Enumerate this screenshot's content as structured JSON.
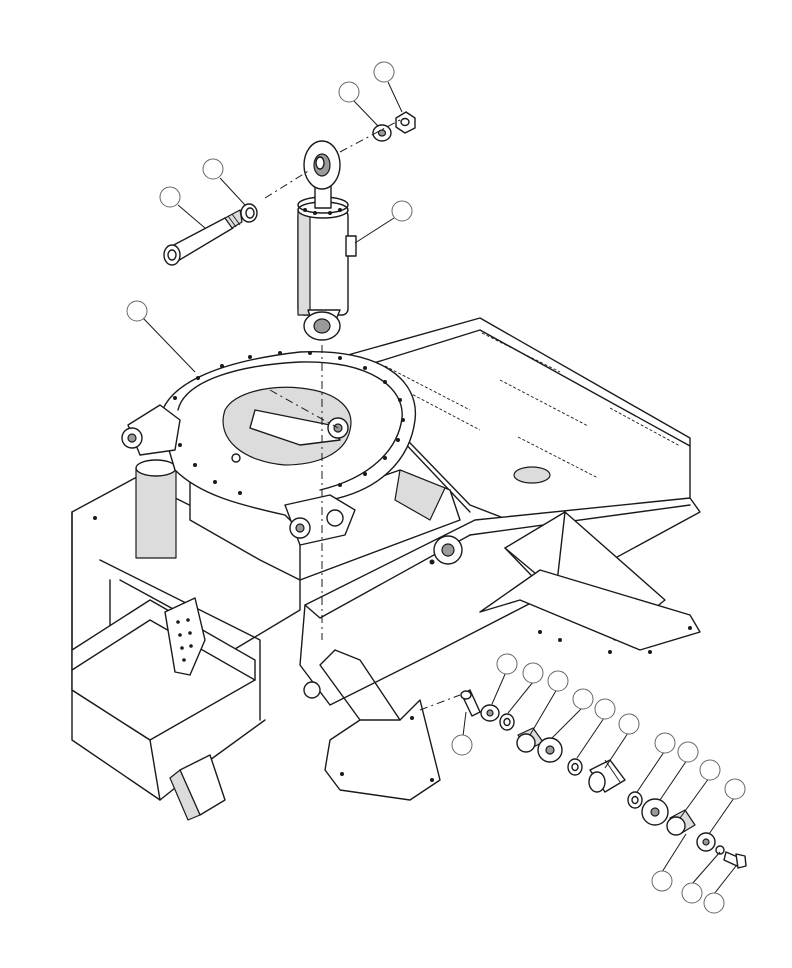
{
  "diagram": {
    "style": "exploded isometric line drawing",
    "colors": {
      "line": "#1a1a1a",
      "shade": "#dcdcdc",
      "callout": "#666666",
      "background": "#ffffff"
    },
    "callouts": [
      {
        "id": "c-pin",
        "label": ""
      },
      {
        "id": "c-snap-ring",
        "label": ""
      },
      {
        "id": "c-washer",
        "label": ""
      },
      {
        "id": "c-nut",
        "label": ""
      },
      {
        "id": "c-cylinder",
        "label": ""
      },
      {
        "id": "c-fifth-wheel",
        "label": ""
      },
      {
        "id": "c-stack-1",
        "label": ""
      },
      {
        "id": "c-stack-2",
        "label": ""
      },
      {
        "id": "c-stack-3",
        "label": ""
      },
      {
        "id": "c-stack-4",
        "label": ""
      },
      {
        "id": "c-stack-5",
        "label": ""
      },
      {
        "id": "c-stack-6",
        "label": ""
      },
      {
        "id": "c-stack-7",
        "label": ""
      },
      {
        "id": "c-stack-8",
        "label": ""
      },
      {
        "id": "c-stack-9",
        "label": ""
      },
      {
        "id": "c-stack-10",
        "label": ""
      },
      {
        "id": "c-stack-bolt-left",
        "label": ""
      },
      {
        "id": "c-stack-bottom-1",
        "label": ""
      },
      {
        "id": "c-stack-bottom-2",
        "label": ""
      },
      {
        "id": "c-stack-bottom-3",
        "label": ""
      }
    ]
  }
}
